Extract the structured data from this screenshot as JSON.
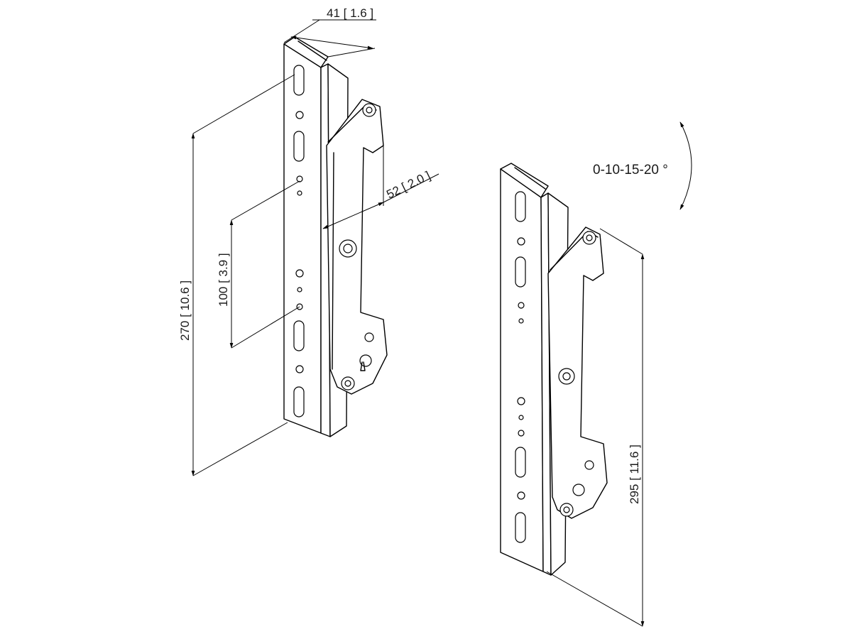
{
  "dimensions": {
    "depth": "41 [ 1.6 ]",
    "offset": "52 [ 2.0 ]",
    "hole_spacing": "100 [ 3.9 ]",
    "left_height": "270 [ 10.6 ]",
    "right_height": "295 [ 11.6 ]"
  },
  "tilt_angles": "0-10-15-20 °"
}
